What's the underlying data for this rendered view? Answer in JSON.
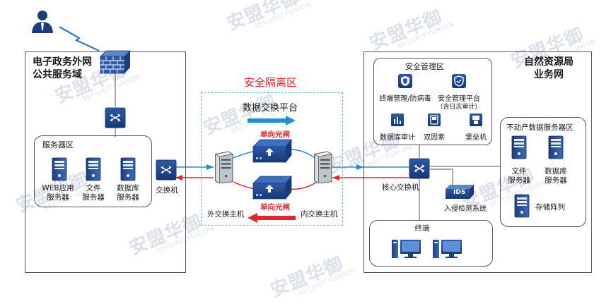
{
  "left_zone": {
    "title_line1": "电子政务外网",
    "title_line2": "公共服务域",
    "server_area_title": "服务器区",
    "servers": [
      {
        "line1": "WEB应用",
        "line2": "服务器"
      },
      {
        "line1": "文件",
        "line2": "服务器"
      },
      {
        "line1": "数据库",
        "line2": "服务器"
      }
    ],
    "switch_label": "交换机"
  },
  "middle_zone": {
    "title": "安全隔离区",
    "platform_title": "数据交换平台",
    "gate_top_label": "单向光闸",
    "gate_bottom_label": "单向光闸",
    "outer_host_label": "外交换主机",
    "inner_host_label": "内交换主机"
  },
  "right_zone": {
    "title_line1": "自然资源局",
    "title_line2": "业务网",
    "security_area": {
      "title": "安全管理区",
      "items": [
        {
          "label": "终端管理/防病毒",
          "sub": ""
        },
        {
          "label": "安全管理平台",
          "sub": "（含日志审计）"
        },
        {
          "label": "数据库审计",
          "sub": ""
        },
        {
          "label": "双因素",
          "sub": ""
        },
        {
          "label": "堡垒机",
          "sub": ""
        }
      ]
    },
    "core_switch_label": "核心交换机",
    "ids": {
      "badge": "IDS",
      "label": "入侵检测系统"
    },
    "terminal_area_title": "终端",
    "estate_area": {
      "title": "不动产数据服务器区",
      "servers": [
        {
          "line1": "文件",
          "line2": "服务器"
        },
        {
          "line1": "数据库",
          "line2": "服务器"
        }
      ],
      "storage_label": "存储阵列"
    }
  },
  "watermark": {
    "brand_cn": "安盟华御",
    "brand_en": "SECURITYUNION"
  },
  "colors": {
    "red": "#e0262b",
    "blue": "#1f8fd6",
    "dark_blue": "#1b3d7a",
    "dashed_box": "#6fb7cc"
  },
  "icons": [
    "user-icon",
    "lightning-icon",
    "firewall-icon",
    "switch-icon",
    "server-icon",
    "gateway-icon",
    "desktop-icon",
    "storage-icon"
  ]
}
